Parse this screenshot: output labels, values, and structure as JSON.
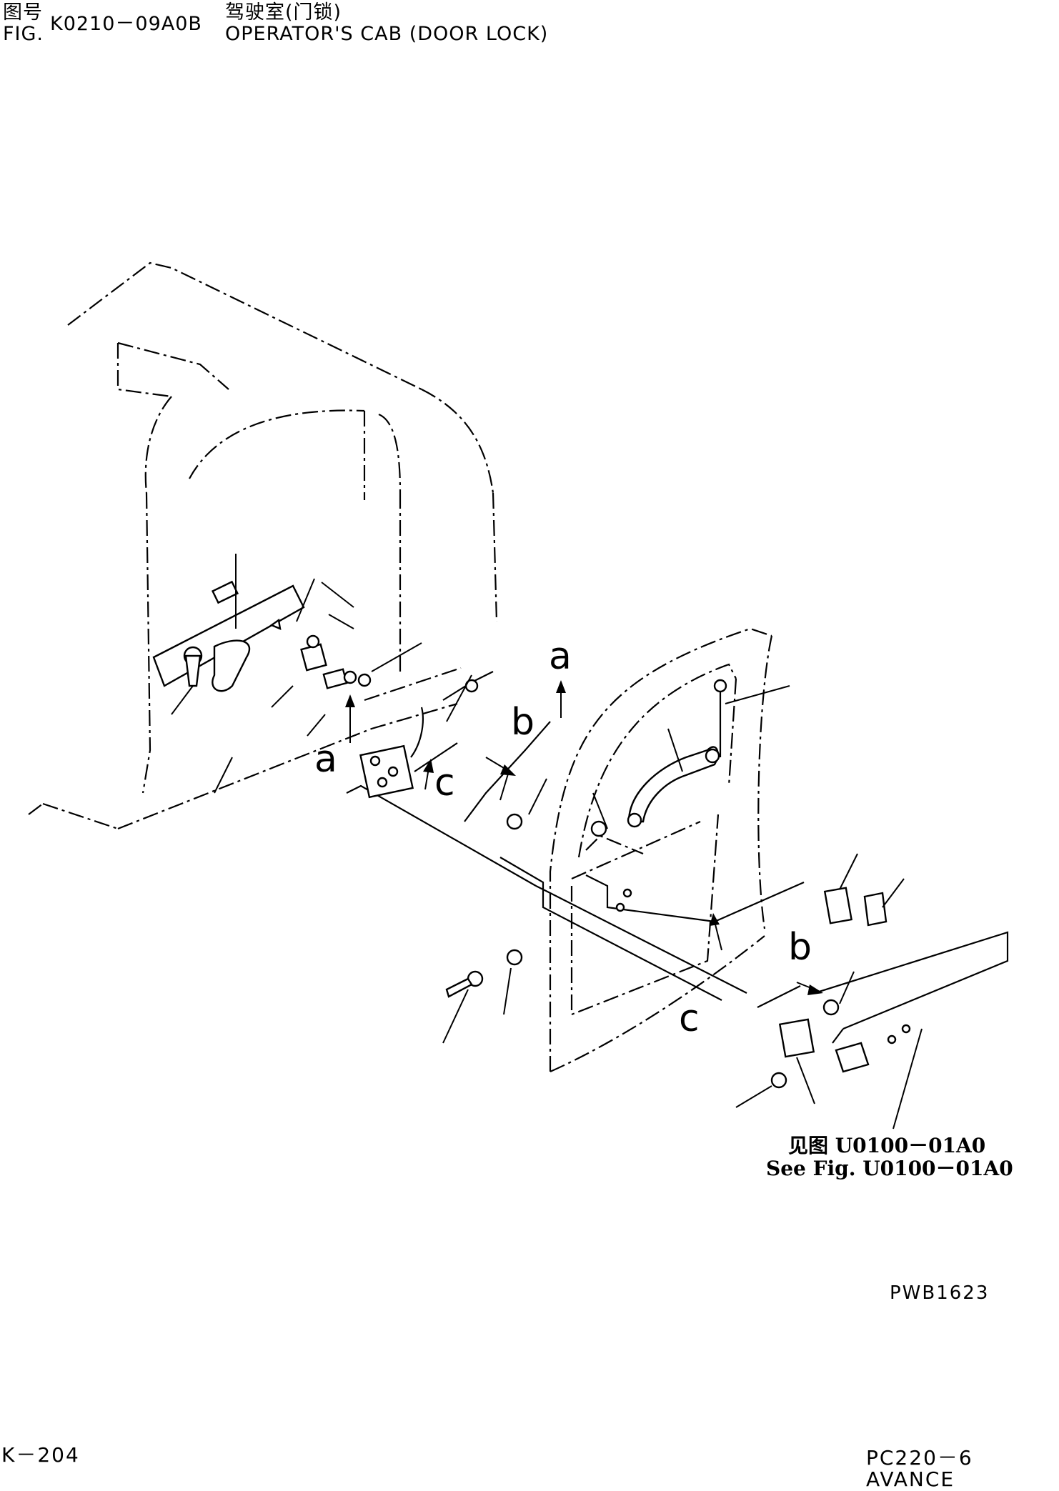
{
  "header": {
    "fig_cn_prefix": "图号",
    "fig_prefix": "FIG.",
    "fig_number": "K0210－09A0B",
    "title_cn": "驾驶室(门锁)",
    "title_en": "OPERATOR'S CAB (DOOR LOCK)"
  },
  "callouts": {
    "a_top": "a",
    "a_left": "a",
    "b_top": "b",
    "b_right": "b",
    "c_left": "c",
    "c_bottom": "c"
  },
  "reference": {
    "cn": "见图 U0100－01A0",
    "en": "See Fig. U0100－01A0"
  },
  "drawing_code": "PWB1623",
  "footer": {
    "page": "K－204",
    "model": "PC220－6 AVANCE"
  }
}
